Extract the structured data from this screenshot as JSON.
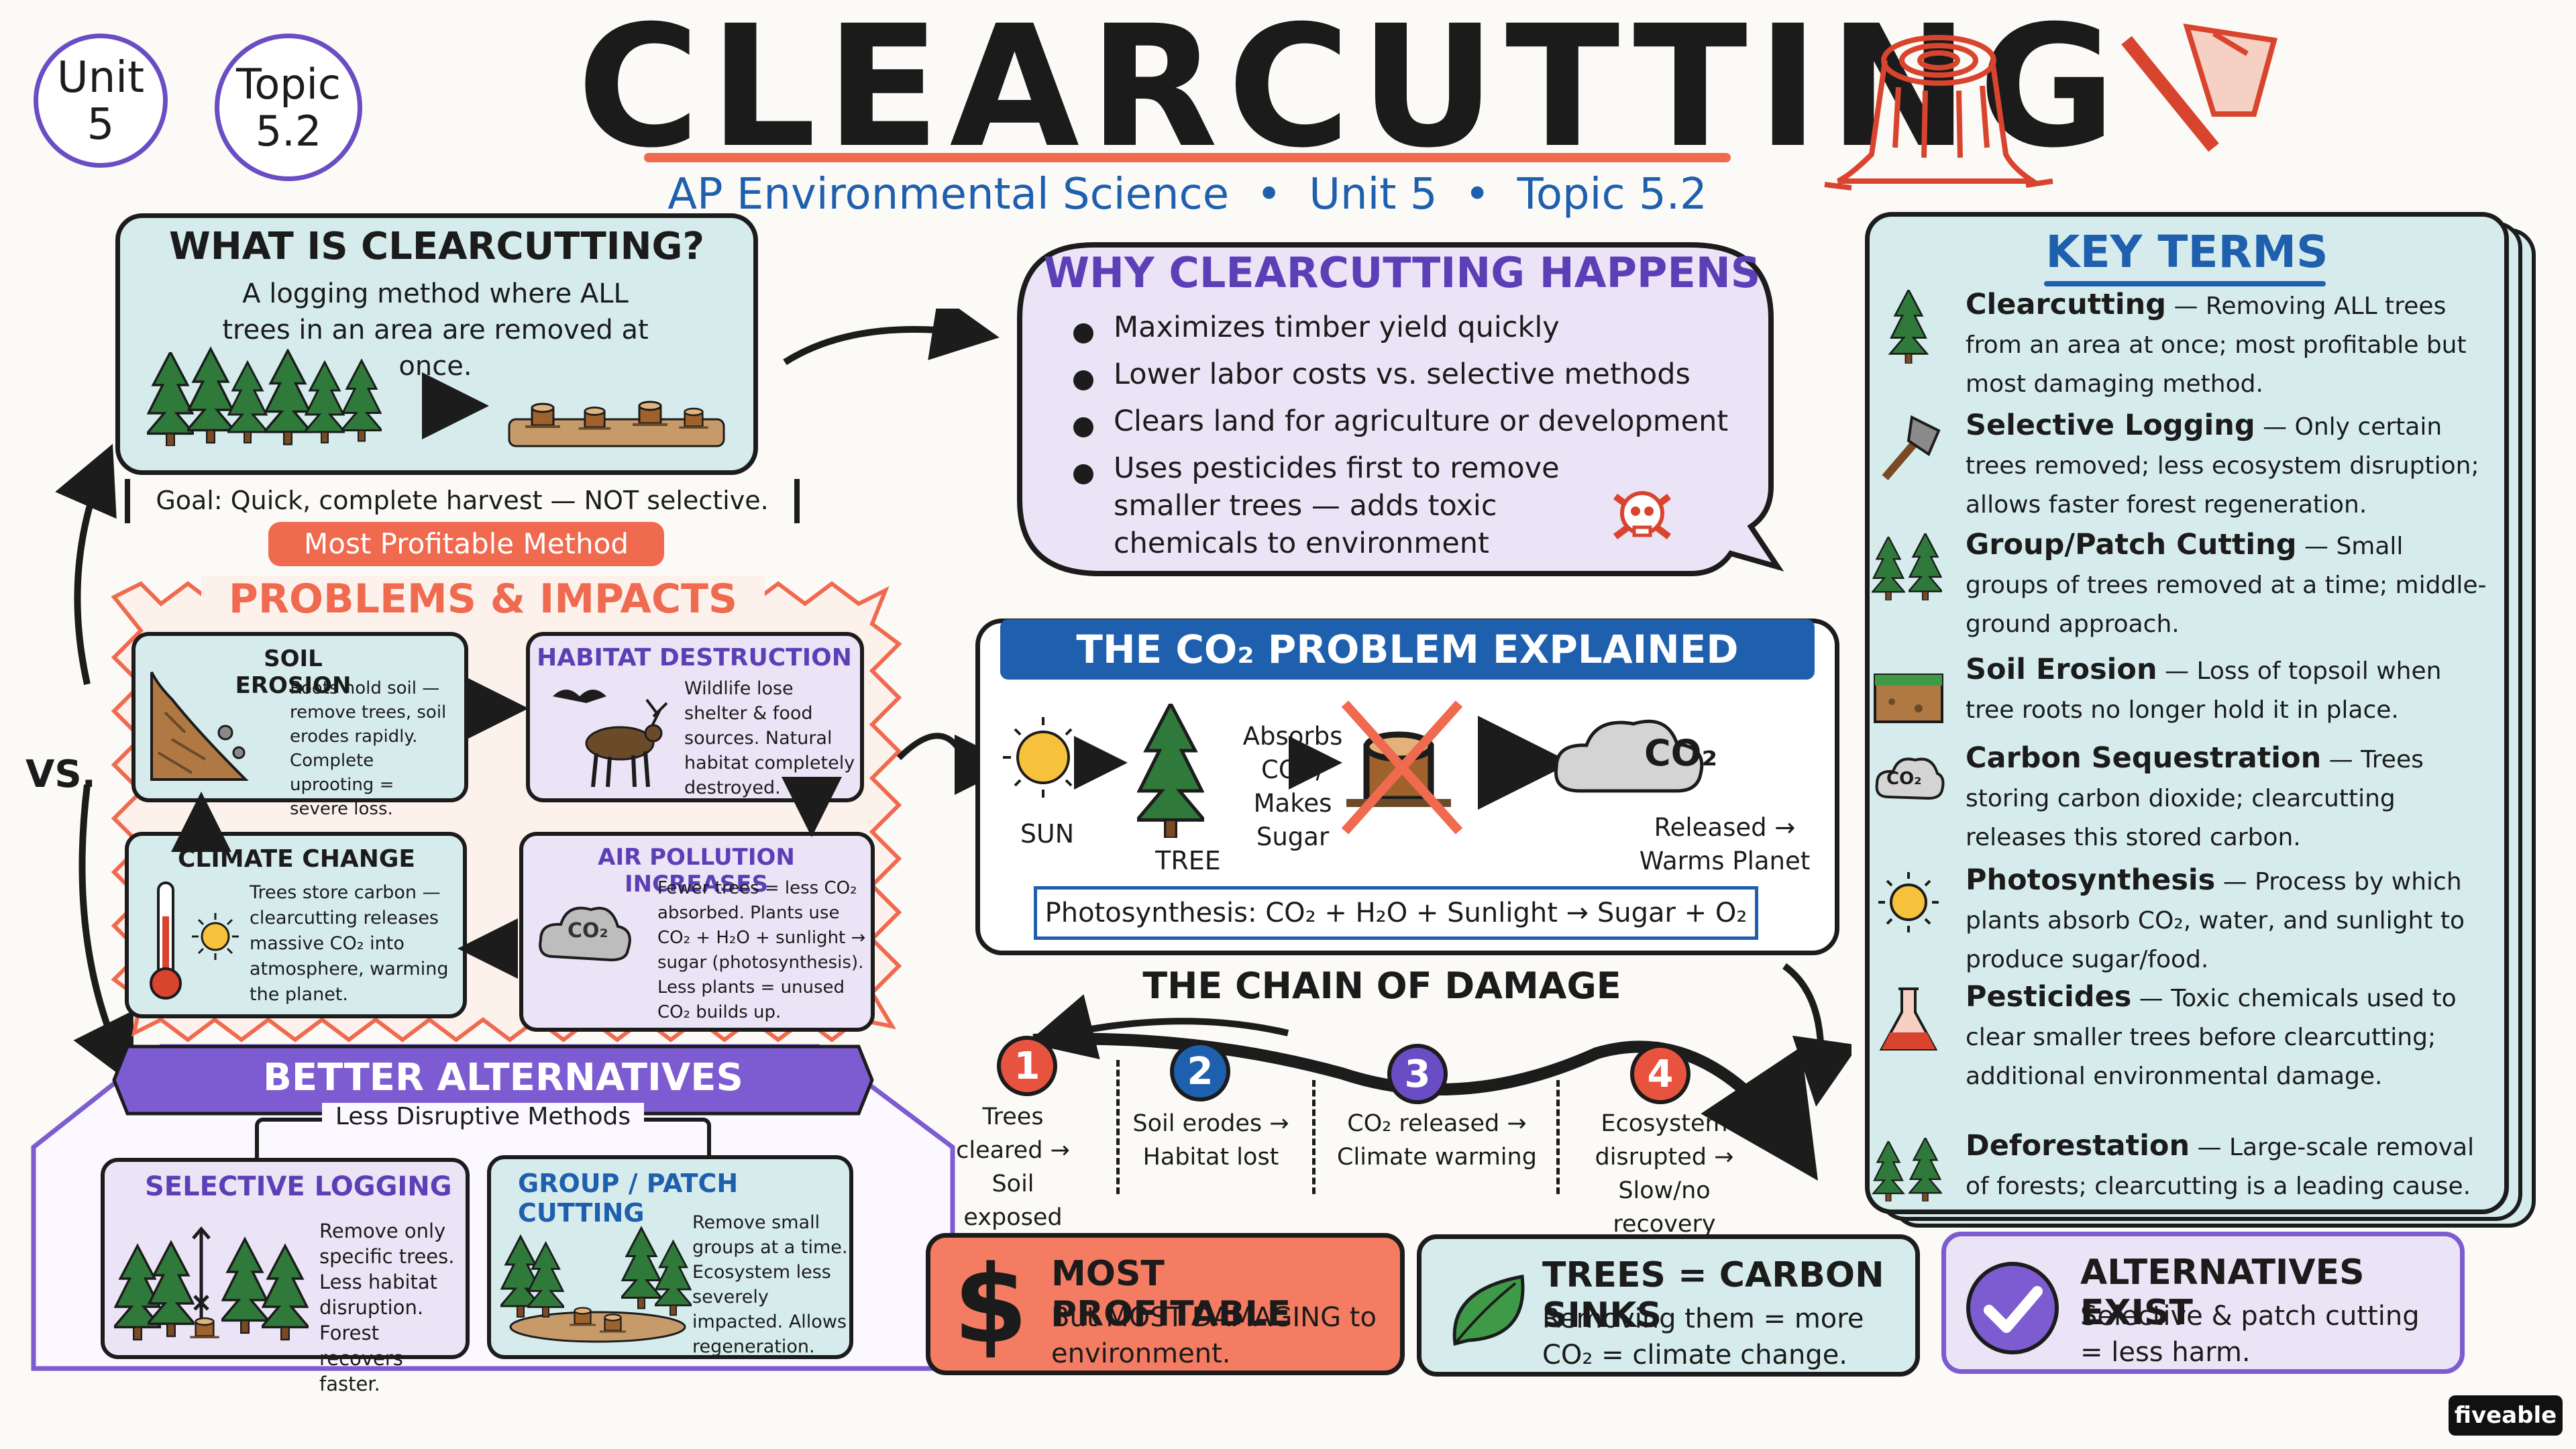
{
  "badges": {
    "unit": "Unit\n5",
    "topic": "Topic\n5.2"
  },
  "header": {
    "title": "CLEARCUTTING",
    "subtitle": "AP Environmental Science  •  Unit 5  •  Topic 5.2"
  },
  "what_is": {
    "heading": "WHAT IS CLEARCUTTING?",
    "text": "A logging method where ALL trees in an area are removed at once.",
    "goal": "Goal: Quick, complete harvest — NOT selective.",
    "tag": "Most Profitable Method"
  },
  "vs_label": "VS.",
  "why": {
    "heading": "WHY CLEARCUTTING HAPPENS",
    "items": [
      "Maximizes timber yield quickly",
      "Lower labor costs vs. selective methods",
      "Clears land for agriculture or development",
      "Uses pesticides first to remove smaller trees — adds toxic chemicals to environment"
    ]
  },
  "problems": {
    "heading": "PROBLEMS & IMPACTS",
    "soil": {
      "title": "SOIL EROSION",
      "text": "Roots hold soil — remove trees, soil erodes rapidly. Complete uprooting = severe loss."
    },
    "habitat": {
      "title": "HABITAT DESTRUCTION",
      "text": "Wildlife lose shelter & food sources. Natural habitat completely destroyed."
    },
    "climate": {
      "title": "CLIMATE CHANGE",
      "text": "Trees store carbon — clearcutting releases massive CO₂ into atmosphere, warming the planet."
    },
    "air": {
      "title": "AIR POLLUTION INCREASES",
      "text": "Fewer trees = less CO₂ absorbed. Plants use CO₂ + H₂O + sunlight → sugar (photosynthesis). Less plants = unused CO₂ builds up."
    },
    "cloud_label": "CO₂"
  },
  "co2": {
    "heading": "THE CO₂ PROBLEM EXPLAINED",
    "sun": "SUN",
    "tree": "TREE",
    "absorbs": "Absorbs CO₂ / Makes Sugar",
    "cloud": "CO₂",
    "released": "Released → Warms Planet",
    "equation": "Photosynthesis: CO₂ + H₂O + Sunlight → Sugar + O₂"
  },
  "chain": {
    "heading": "THE CHAIN OF DAMAGE",
    "steps": [
      {
        "num": "1",
        "text": "Trees cleared → Soil exposed",
        "color": "#e8533f"
      },
      {
        "num": "2",
        "text": "Soil erodes → Habitat lost",
        "color": "#1e5fae"
      },
      {
        "num": "3",
        "text": "CO₂ released → Climate warming",
        "color": "#6a4cc4"
      },
      {
        "num": "4",
        "text": "Ecosystem disrupted → Slow/no recovery",
        "color": "#e8533f"
      }
    ]
  },
  "alternatives": {
    "heading": "BETTER ALTERNATIVES",
    "sub": "Less Disruptive Methods",
    "selective": {
      "title": "SELECTIVE LOGGING",
      "text": "Remove only specific trees. Less habitat disruption. Forest recovers faster."
    },
    "group": {
      "title": "GROUP / PATCH CUTTING",
      "text": "Remove small groups at a time. Ecosystem less severely impacted. Allows regeneration."
    }
  },
  "bottom": {
    "profit": {
      "icon": "$",
      "title": "MOST PROFITABLE",
      "text": "But MOST DAMAGING to environment."
    },
    "sinks": {
      "title": "TREES = CARBON SINKS",
      "text": "Removing them = more CO₂ = climate change."
    },
    "alt": {
      "title": "ALTERNATIVES EXIST",
      "text": "Selective & patch cutting = less harm."
    }
  },
  "key_terms": {
    "heading": "KEY TERMS",
    "items": [
      {
        "term": "Clearcutting",
        "def": " — Removing ALL trees from an area at once; most profitable but most damaging method.",
        "icon": "tree-icon"
      },
      {
        "term": "Selective Logging",
        "def": " — Only certain trees removed; less ecosystem disruption; allows faster forest regeneration.",
        "icon": "axe-icon"
      },
      {
        "term": "Group/Patch Cutting",
        "def": " — Small groups of trees removed at a time; middle-ground approach.",
        "icon": "trees-icon"
      },
      {
        "term": "Soil Erosion",
        "def": " — Loss of topsoil when tree roots no longer hold it in place.",
        "icon": "soil-icon"
      },
      {
        "term": "Carbon Sequestration",
        "def": " — Trees storing carbon dioxide; clearcutting releases this stored carbon.",
        "icon": "co2-cloud-icon"
      },
      {
        "term": "Photosynthesis",
        "def": " — Process by which plants absorb CO₂, water, and sunlight to produce sugar/food.",
        "icon": "sun-icon"
      },
      {
        "term": "Pesticides",
        "def": " — Toxic chemicals used to clear smaller trees before clearcutting; additional environmental damage.",
        "icon": "flask-icon"
      },
      {
        "term": "Deforestation",
        "def": " — Large-scale removal of forests; clearcutting is a leading cause.",
        "icon": "forest-icon"
      }
    ]
  },
  "co2_icon_label": "CO₂",
  "brand": "fiveable",
  "colors": {
    "teal": "#d6ecec",
    "lavender": "#ebe4f6",
    "coral": "#ef6a4f",
    "purple": "#7d5bd0",
    "blue": "#1e5fae",
    "green": "#2f7a3a",
    "red": "#d9442e"
  }
}
